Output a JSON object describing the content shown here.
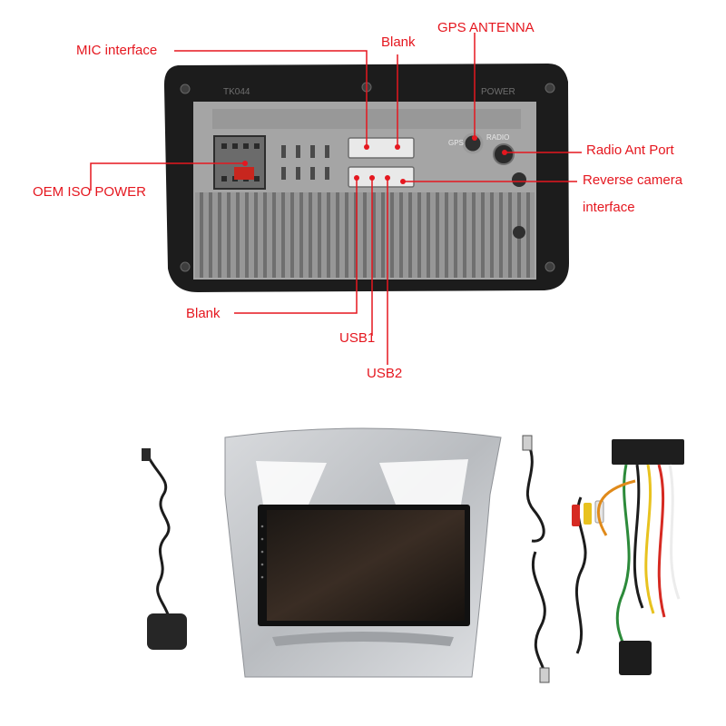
{
  "labels": {
    "mic": "MIC interface",
    "blank_top": "Blank",
    "gps": "GPS ANTENNA",
    "oem": "OEM ISO POWER",
    "radio": "Radio Ant Port",
    "reverse_1": "Reverse camera",
    "reverse_2": "interface",
    "blank_bottom": "Blank",
    "usb1": "USB1",
    "usb2": "USB2"
  },
  "unit_markings": {
    "model": "TK044",
    "power": "POWER",
    "gps": "GPS",
    "radio": "RADIO"
  },
  "colors": {
    "label": "#e5171f",
    "callout_line": "#e5171f",
    "frame": "#1c1c1c",
    "heatsink": "#8e8e8e",
    "bezel": "#c4c6c9"
  }
}
